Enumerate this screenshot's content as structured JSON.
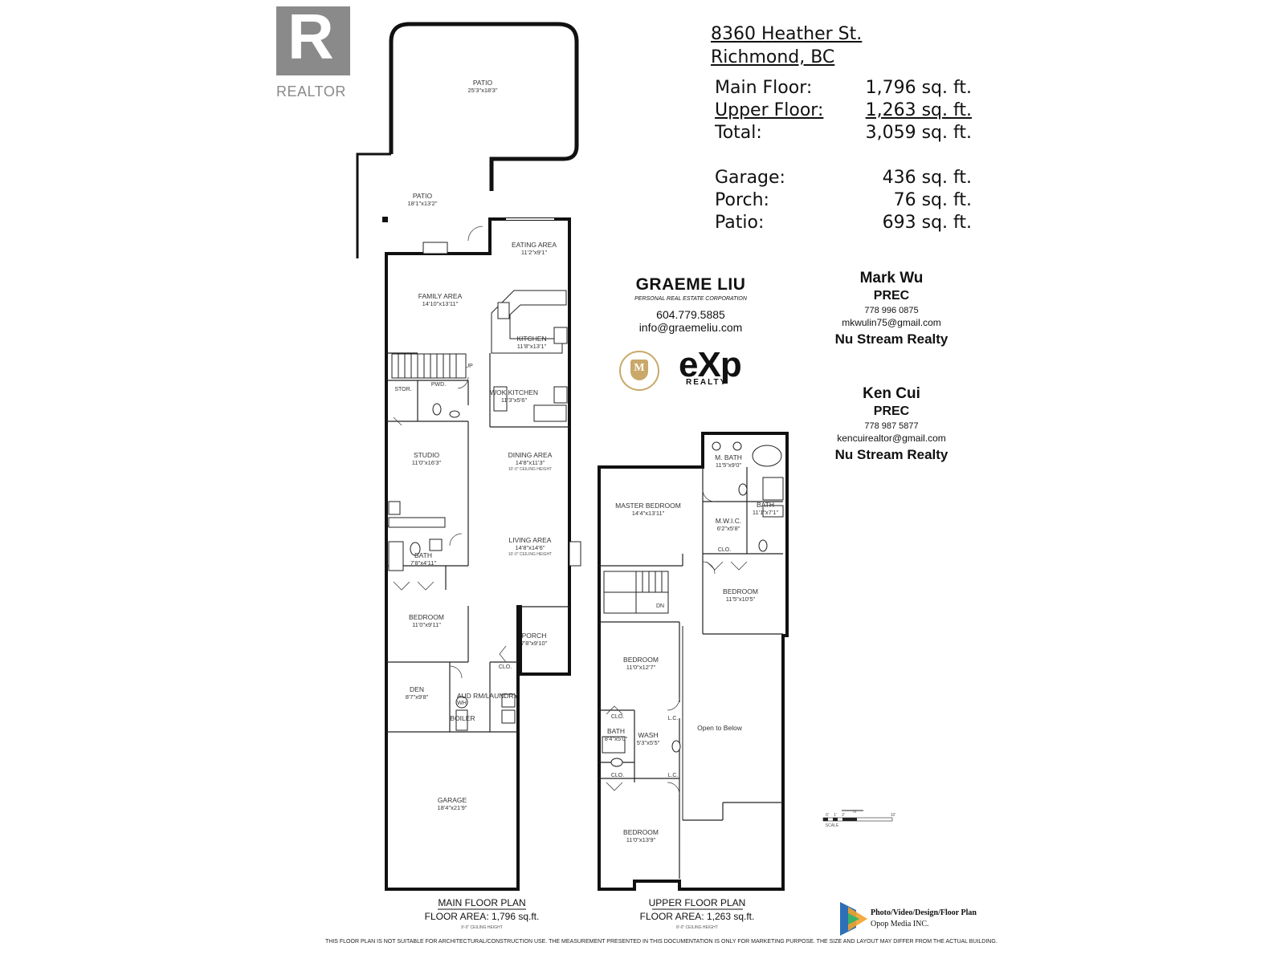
{
  "address": {
    "line1": "8360 Heather St.",
    "line2": "Richmond, BC"
  },
  "areas": [
    {
      "label": "Main Floor:",
      "value": "1,796 sq. ft.",
      "underline": true
    },
    {
      "label": "Upper Floor:",
      "value": "1,263 sq. ft.",
      "underline": true
    },
    {
      "label": "Total:",
      "value": "3,059 sq. ft.",
      "underline": false
    }
  ],
  "extras": [
    {
      "label": "Garage:",
      "value": "436 sq. ft."
    },
    {
      "label": "Porch:",
      "value": "76 sq. ft."
    },
    {
      "label": "Patio:",
      "value": "693 sq. ft."
    }
  ],
  "realtor_logo": {
    "letter": "R",
    "word": "REALTOR"
  },
  "listing_agent": {
    "name": "GRAEME LIU",
    "subtitle": "PERSONAL REAL ESTATE CORPORATION",
    "phone": "604.779.5885",
    "email": "info@graemeliu.com",
    "brokerage_logo": "eXp",
    "brokerage_sub": "REALTY",
    "medal_letter": "M"
  },
  "agent1": {
    "name": "Mark Wu",
    "title": "PREC",
    "phone": "778 996 0875",
    "email": "mkwulin75@gmail.com",
    "company": "Nu Stream Realty"
  },
  "agent2": {
    "name": "Ken Cui",
    "title": "PREC",
    "phone": "778 987 5877",
    "email": "kencuirealtor@gmail.com",
    "company": "Nu Stream Realty"
  },
  "main_floor": {
    "title": "MAIN FLOOR PLAN",
    "area": "FLOOR AREA: 1,796 sq.ft.",
    "ceiling": "9'-0\" CEILING HEIGHT",
    "rooms": [
      {
        "name": "PATIO",
        "dim": "25'3\"x18'3\""
      },
      {
        "name": "PATIO",
        "dim": "18'1\"x13'2\""
      },
      {
        "name": "EATING AREA",
        "dim": "11'2\"x9'1\""
      },
      {
        "name": "FAMILY AREA",
        "dim": "14'10\"x13'11\""
      },
      {
        "name": "KITCHEN",
        "dim": "11'8\"x13'1\""
      },
      {
        "name": "STOR.",
        "dim": ""
      },
      {
        "name": "PWD.",
        "dim": ""
      },
      {
        "name": "WOK KITCHEN",
        "dim": "11'3\"x5'6\""
      },
      {
        "name": "STUDIO",
        "dim": "11'0\"x16'3\""
      },
      {
        "name": "DINING AREA",
        "dim": "14'8\"x11'3\"",
        "note": "10'-0\" CEILING HEIGHT"
      },
      {
        "name": "LIVING AREA",
        "dim": "14'8\"x14'6\"",
        "note": "10'-0\" CEILING HEIGHT"
      },
      {
        "name": "BATH",
        "dim": "7'8\"x4'11\""
      },
      {
        "name": "BEDROOM",
        "dim": "11'0\"x9'11\""
      },
      {
        "name": "PORCH",
        "dim": "7'8\"x9'10\""
      },
      {
        "name": "CLO.",
        "dim": ""
      },
      {
        "name": "DEN",
        "dim": "8'7\"x9'8\""
      },
      {
        "name": "WH",
        "dim": ""
      },
      {
        "name": "BOILER",
        "dim": ""
      },
      {
        "name": "AUD RM/LAUNDRY",
        "dim": ""
      },
      {
        "name": "GARAGE",
        "dim": "18'4\"x21'9\""
      },
      {
        "name": "UP",
        "dim": ""
      }
    ]
  },
  "upper_floor": {
    "title": "UPPER FLOOR PLAN",
    "area": "FLOOR AREA: 1,263 sq.ft.",
    "ceiling": "8'-0\" CEILING HEIGHT",
    "rooms": [
      {
        "name": "M. BATH",
        "dim": "11'5\"x9'0\""
      },
      {
        "name": "MASTER BEDROOM",
        "dim": "14'4\"x13'11\""
      },
      {
        "name": "BATH",
        "dim": "11'1\"x7'1\""
      },
      {
        "name": "M.W.I.C.",
        "dim": "6'2\"x5'8\""
      },
      {
        "name": "CLO.",
        "dim": ""
      },
      {
        "name": "BEDROOM",
        "dim": "11'5\"x10'5\""
      },
      {
        "name": "BEDROOM",
        "dim": "11'0\"x12'7\""
      },
      {
        "name": "CLO.",
        "dim": ""
      },
      {
        "name": "BATH",
        "dim": "8'4\"x5'0\""
      },
      {
        "name": "WASH",
        "dim": "5'3\"x5'5\""
      },
      {
        "name": "L.C.",
        "dim": ""
      },
      {
        "name": "CLO.",
        "dim": ""
      },
      {
        "name": "L.C.",
        "dim": ""
      },
      {
        "name": "BEDROOM",
        "dim": "11'0\"x13'9\""
      },
      {
        "name": "Open to Below",
        "dim": ""
      },
      {
        "name": "DN",
        "dim": ""
      }
    ]
  },
  "scale": {
    "label": "SCALE",
    "start": "0'",
    "marks": [
      "1'",
      "2'"
    ],
    "end": "10'",
    "north": "N"
  },
  "credit": {
    "line1": "Photo/Video/Design/Floor Plan",
    "line2": "Opop Media INC."
  },
  "disclaimer": "THIS FLOOR PLAN IS NOT SUITABLE FOR ARCHITECTURAL/CONSTRUCTION USE. THE MEASUREMENT PRESENTED IN THIS DOCUMENTATION IS ONLY FOR MARKETING PURPOSE. THE SIZE AND LAYOUT MAY DIFFER FROM THE ACTUAL BUILDING."
}
